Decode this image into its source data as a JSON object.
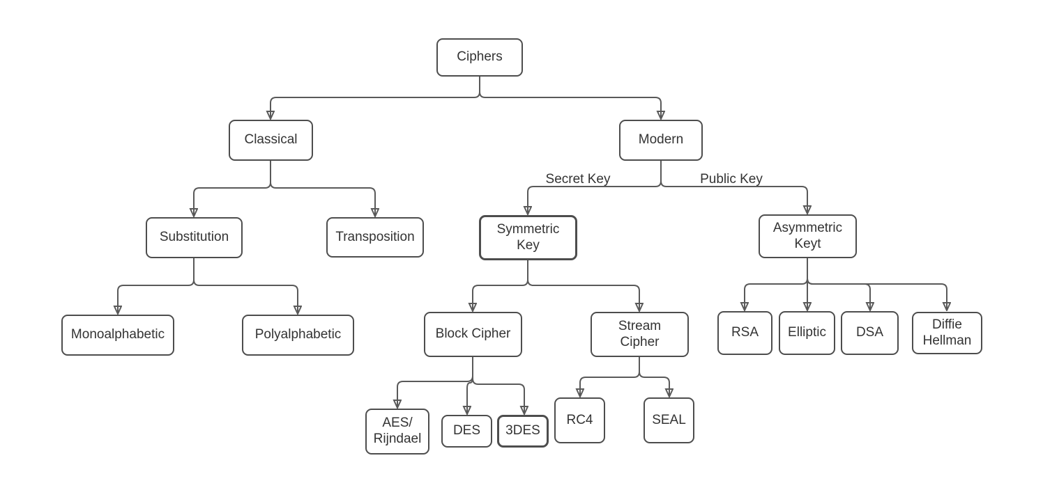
{
  "diagram": {
    "type": "tree",
    "colors": {
      "node_border": "#4d4d4d",
      "connector": "#595959",
      "text": "#333333",
      "background": "#ffffff"
    },
    "nodes": {
      "ciphers": {
        "lines": [
          "Ciphers"
        ]
      },
      "classical": {
        "lines": [
          "Classical"
        ]
      },
      "modern": {
        "lines": [
          "Modern"
        ]
      },
      "substitution": {
        "lines": [
          "Substitution"
        ]
      },
      "transposition": {
        "lines": [
          "Transposition"
        ]
      },
      "symmetric_key": {
        "lines": [
          "Symmetric",
          "Key"
        ]
      },
      "asymmetric_key": {
        "lines": [
          "Asymmetric",
          "Keyt"
        ]
      },
      "monoalphabetic": {
        "lines": [
          "Monoalphabetic"
        ]
      },
      "polyalphabetic": {
        "lines": [
          "Polyalphabetic"
        ]
      },
      "block_cipher": {
        "lines": [
          "Block Cipher"
        ]
      },
      "stream_cipher": {
        "lines": [
          "Stream",
          "Cipher"
        ]
      },
      "rsa": {
        "lines": [
          "RSA"
        ]
      },
      "elliptic": {
        "lines": [
          "Elliptic"
        ]
      },
      "dsa": {
        "lines": [
          "DSA"
        ]
      },
      "diffie_hellman": {
        "lines": [
          "Diffie",
          "Hellman"
        ]
      },
      "aes_rijndael": {
        "lines": [
          "AES/",
          "Rijndael"
        ]
      },
      "des": {
        "lines": [
          "DES"
        ]
      },
      "3des": {
        "lines": [
          "3DES"
        ]
      },
      "rc4": {
        "lines": [
          "RC4"
        ]
      },
      "seal": {
        "lines": [
          "SEAL"
        ]
      }
    },
    "edges": [
      {
        "from": "ciphers",
        "to": "classical",
        "label": ""
      },
      {
        "from": "ciphers",
        "to": "modern",
        "label": ""
      },
      {
        "from": "classical",
        "to": "substitution",
        "label": ""
      },
      {
        "from": "classical",
        "to": "transposition",
        "label": ""
      },
      {
        "from": "substitution",
        "to": "monoalphabetic",
        "label": ""
      },
      {
        "from": "substitution",
        "to": "polyalphabetic",
        "label": ""
      },
      {
        "from": "modern",
        "to": "symmetric_key",
        "label": "Secret Key"
      },
      {
        "from": "modern",
        "to": "asymmetric_key",
        "label": "Public Key"
      },
      {
        "from": "symmetric_key",
        "to": "block_cipher",
        "label": ""
      },
      {
        "from": "symmetric_key",
        "to": "stream_cipher",
        "label": ""
      },
      {
        "from": "asymmetric_key",
        "to": "rsa",
        "label": ""
      },
      {
        "from": "asymmetric_key",
        "to": "elliptic",
        "label": ""
      },
      {
        "from": "asymmetric_key",
        "to": "dsa",
        "label": ""
      },
      {
        "from": "asymmetric_key",
        "to": "diffie_hellman",
        "label": ""
      },
      {
        "from": "block_cipher",
        "to": "aes_rijndael",
        "label": ""
      },
      {
        "from": "block_cipher",
        "to": "des",
        "label": ""
      },
      {
        "from": "block_cipher",
        "to": "3des",
        "label": ""
      },
      {
        "from": "stream_cipher",
        "to": "rc4",
        "label": ""
      },
      {
        "from": "stream_cipher",
        "to": "seal",
        "label": ""
      }
    ]
  }
}
